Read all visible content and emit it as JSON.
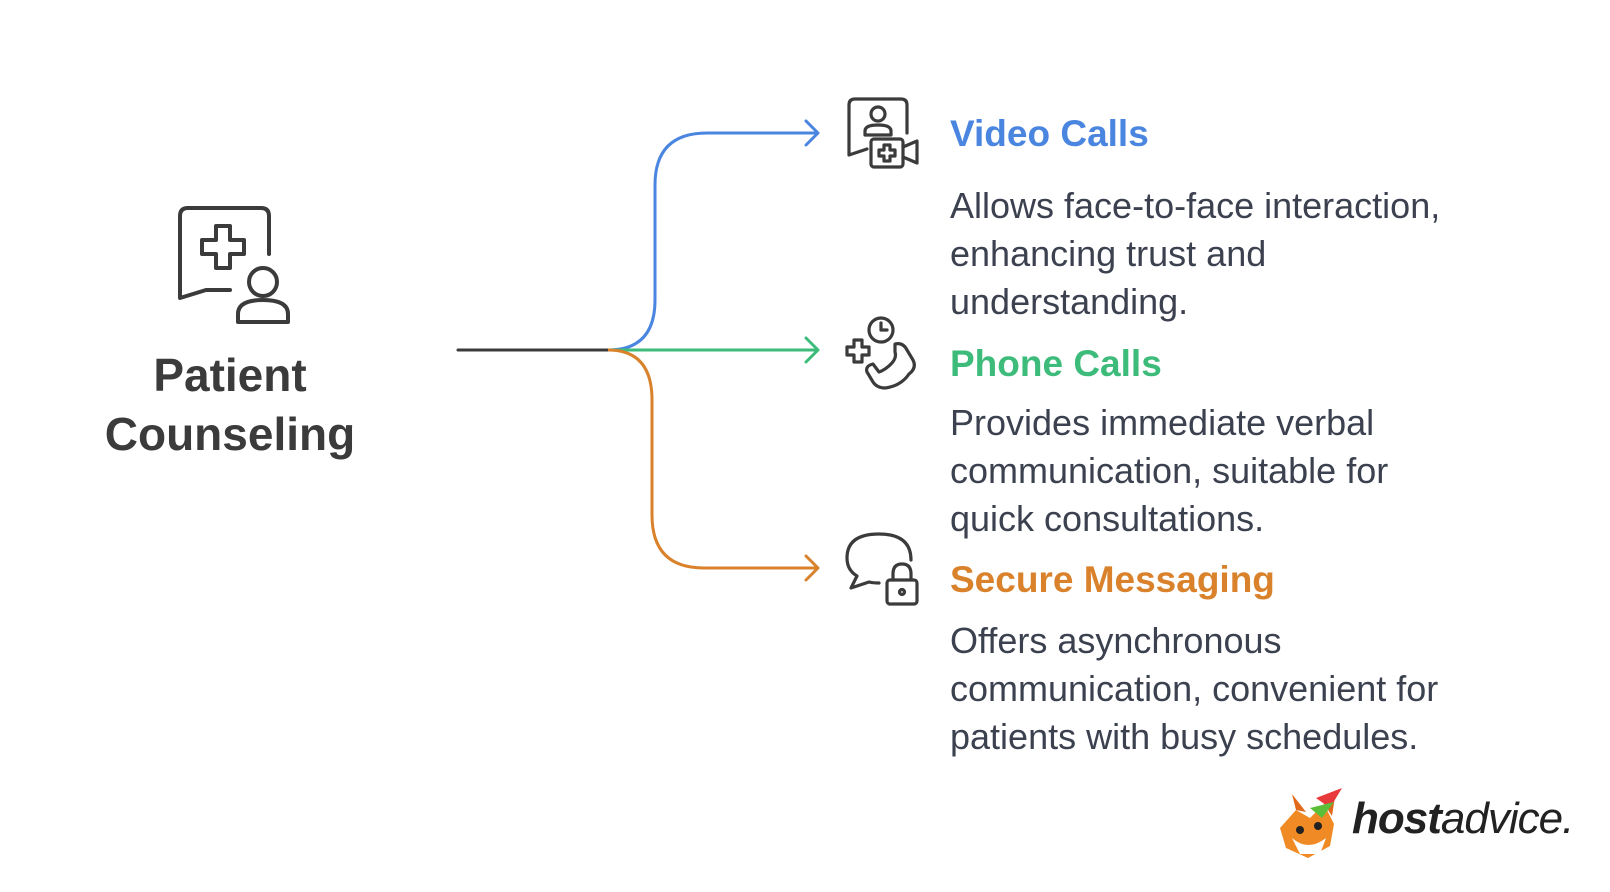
{
  "root": {
    "title_lines": [
      "Patient",
      "Counseling"
    ],
    "icon": "medical-chat-person-icon"
  },
  "branches": [
    {
      "title": "Video Calls",
      "color": "#4a86e0",
      "icon": "video-consult-icon",
      "desc_lines": [
        "Allows face-to-face interaction,",
        "enhancing trust and",
        "understanding."
      ]
    },
    {
      "title": "Phone Calls",
      "color": "#3dbb7a",
      "icon": "phone-medical-clock-icon",
      "desc_lines": [
        "Provides immediate verbal",
        "communication, suitable for",
        "quick consultations."
      ]
    },
    {
      "title": "Secure Messaging",
      "color": "#d9822b",
      "icon": "chat-lock-icon",
      "desc_lines": [
        "Offers asynchronous",
        "communication, convenient for",
        "patients with busy schedules."
      ]
    }
  ],
  "logo": {
    "brand_bold": "host",
    "brand_light": "advice.",
    "icon": "fox-mascot-icon"
  },
  "colors": {
    "text_dark": "#3b3b3b",
    "root_line": "#3b3b3b"
  }
}
